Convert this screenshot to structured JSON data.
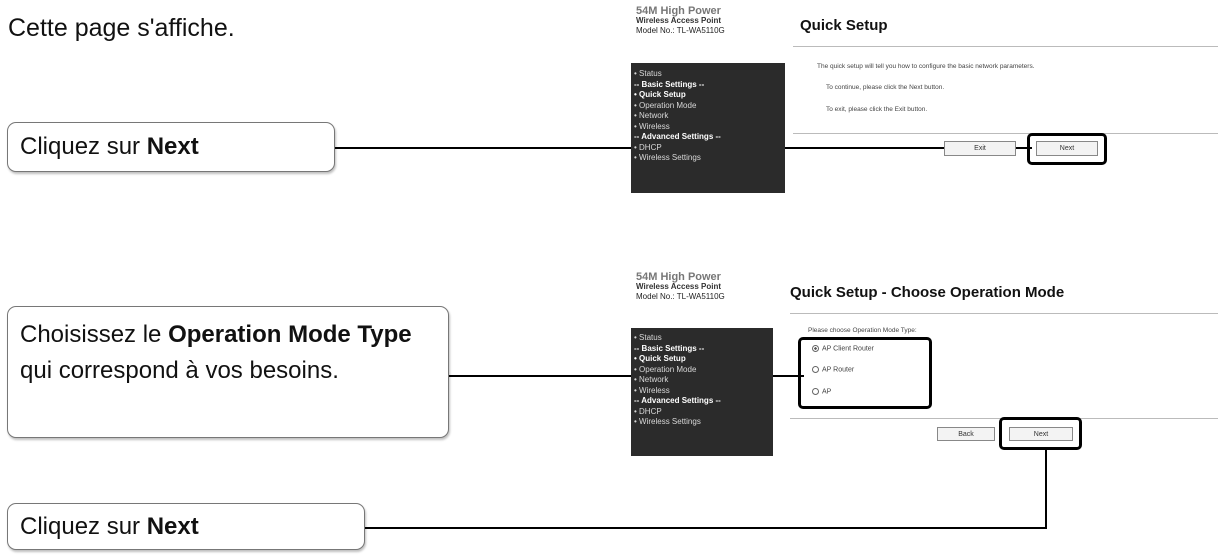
{
  "intro": "Cette page s'affiche.",
  "step1": {
    "callout_prefix": "Cliquez sur ",
    "callout_bold": "Next"
  },
  "step2": {
    "callout_prefix": "Choisissez le ",
    "callout_bold": "Operation Mode Type",
    "callout_suffix": " qui correspond à vos besoins."
  },
  "step3": {
    "callout_prefix": "Cliquez sur ",
    "callout_bold": "Next"
  },
  "screen1": {
    "brand_line1": "54M High Power",
    "brand_line2": "Wireless Access Point",
    "brand_line3": "Model No.: TL-WA5110G",
    "menu": [
      "• Status",
      "-- Basic Settings --",
      "• Quick Setup",
      "• Operation Mode",
      "• Network",
      "• Wireless",
      "-- Advanced Settings --",
      "• DHCP",
      "• Wireless Settings"
    ],
    "title": "Quick Setup",
    "text1": "The quick setup will tell you how to configure the basic network parameters.",
    "text2": "To continue, please click the Next button.",
    "text3": "To exit, please click the Exit button.",
    "exit_label": "Exit",
    "next_label": "Next"
  },
  "screen2": {
    "brand_line1": "54M High Power",
    "brand_line2": "Wireless Access Point",
    "brand_line3": "Model No.: TL-WA5110G",
    "menu": [
      "• Status",
      "-- Basic Settings --",
      "• Quick Setup",
      "• Operation Mode",
      "• Network",
      "• Wireless",
      "-- Advanced Settings --",
      "• DHCP",
      "• Wireless Settings"
    ],
    "title": "Quick Setup - Choose Operation Mode",
    "prompt": "Please choose Operation Mode Type:",
    "options": [
      "AP Client Router",
      "AP Router",
      "AP"
    ],
    "back_label": "Back",
    "next_label": "Next"
  }
}
